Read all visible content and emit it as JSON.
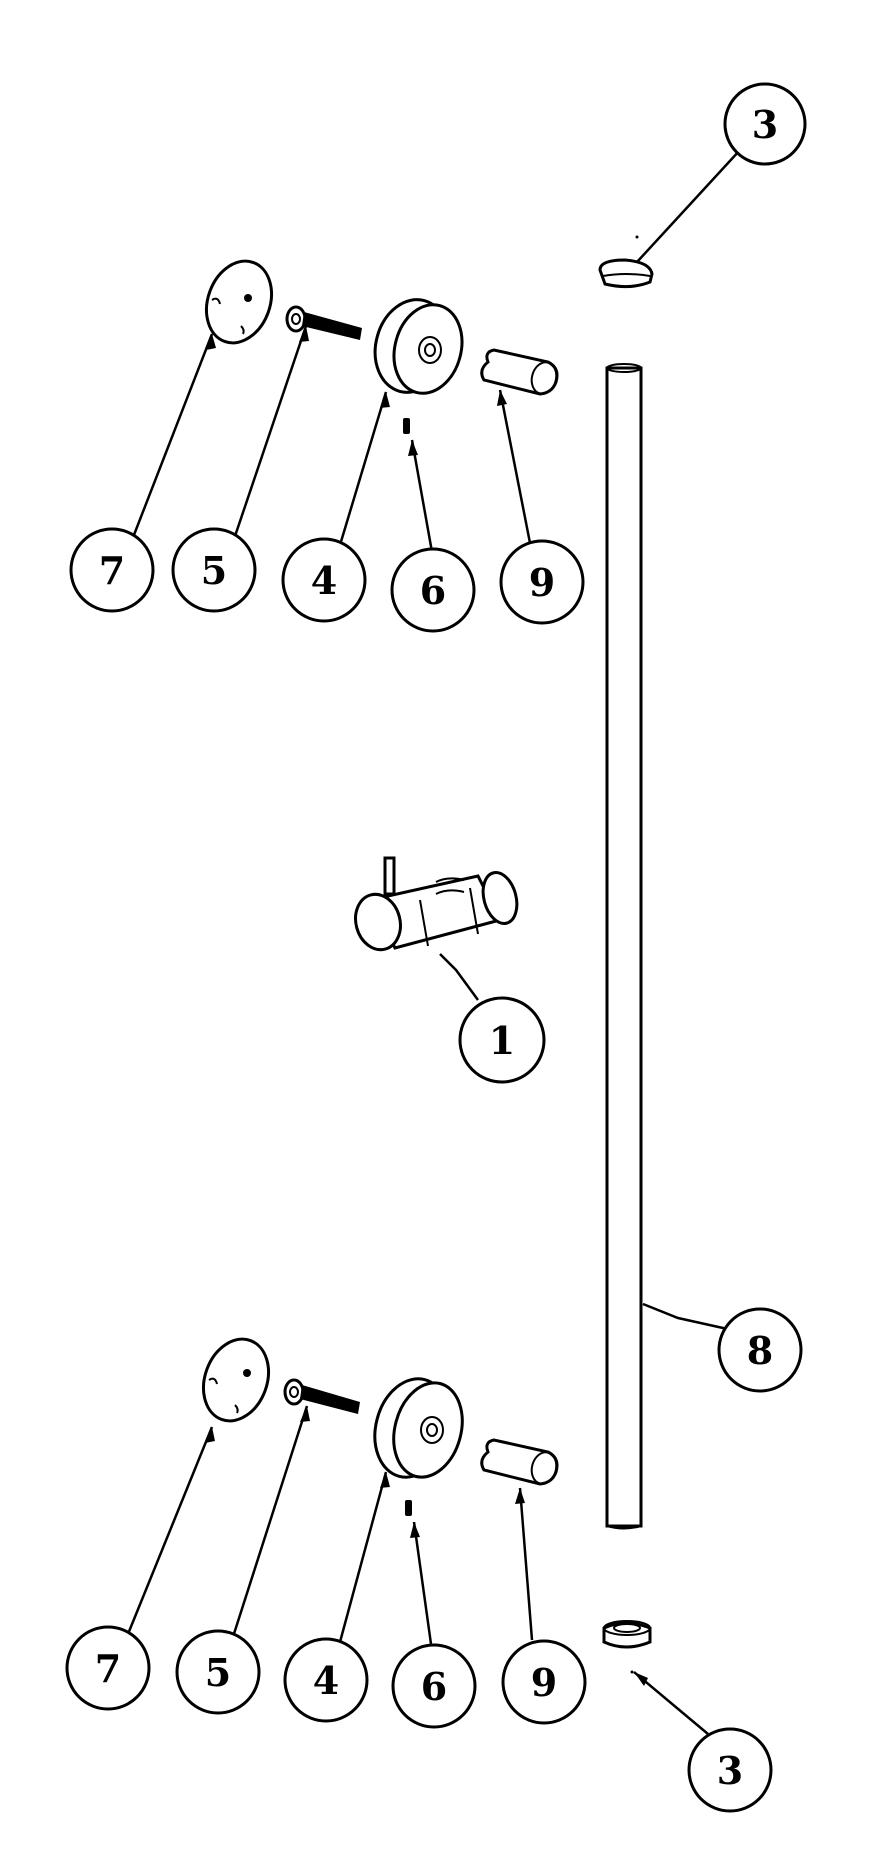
{
  "diagram": {
    "callouts": [
      {
        "id": "top-rosette-cover",
        "label": "7"
      },
      {
        "id": "top-screw",
        "label": "5"
      },
      {
        "id": "top-wall-bracket",
        "label": "4"
      },
      {
        "id": "top-grub-screw",
        "label": "6"
      },
      {
        "id": "top-rail-holder",
        "label": "9"
      },
      {
        "id": "top-end-cap",
        "label": "3"
      },
      {
        "id": "slider",
        "label": "1"
      },
      {
        "id": "rail",
        "label": "8"
      },
      {
        "id": "bottom-rosette-cover",
        "label": "7"
      },
      {
        "id": "bottom-screw",
        "label": "5"
      },
      {
        "id": "bottom-wall-bracket",
        "label": "4"
      },
      {
        "id": "bottom-grub-screw",
        "label": "6"
      },
      {
        "id": "bottom-rail-holder",
        "label": "9"
      },
      {
        "id": "bottom-end-cap",
        "label": "3"
      }
    ]
  }
}
